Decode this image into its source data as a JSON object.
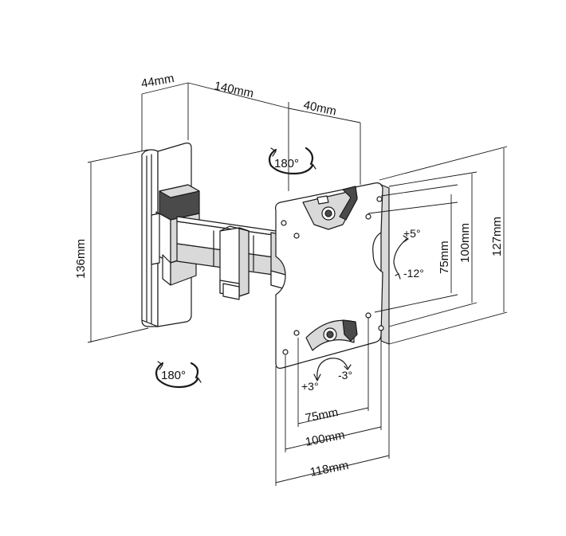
{
  "dimensions": {
    "plate_depth": "44mm",
    "arm_length": "140mm",
    "head_depth": "40mm",
    "plate_height": "136mm",
    "vesa_height_75": "75mm",
    "vesa_height_100": "100mm",
    "head_height": "127mm",
    "vesa_width_75": "75mm",
    "vesa_width_100": "100mm",
    "head_width": "118mm"
  },
  "rotations": {
    "arm_swivel": "180°",
    "wall_swivel": "180°",
    "tilt_up": "+5°",
    "tilt_down": "-12°",
    "rotate_plus": "+3°",
    "rotate_minus": "-3°"
  },
  "colors": {
    "line": "#1a1a1a",
    "bracket_dark": "#4a4a4a",
    "bracket_light": "#d9d9d9"
  },
  "icons": [
    "rotation-arrow-icon",
    "tilt-arc-icon",
    "rotate-arc-icon"
  ]
}
